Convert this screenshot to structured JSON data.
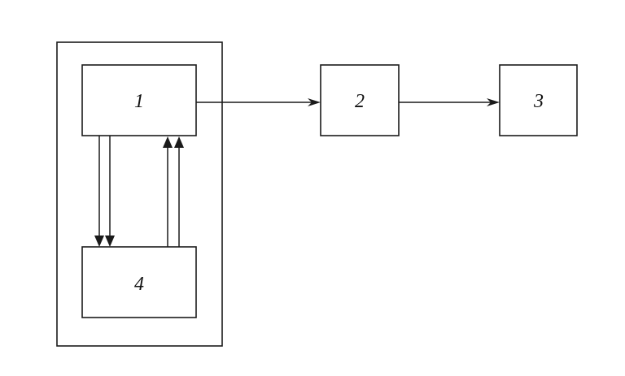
{
  "blocks": {
    "block1": {
      "label": "1"
    },
    "block2": {
      "label": "2"
    },
    "block3": {
      "label": "3"
    },
    "block4": {
      "label": "4"
    }
  },
  "connections": [
    {
      "from": "1",
      "to": "2"
    },
    {
      "from": "2",
      "to": "3"
    },
    {
      "from": "1",
      "to": "4",
      "count": 2
    },
    {
      "from": "4",
      "to": "1",
      "count": 2
    }
  ]
}
